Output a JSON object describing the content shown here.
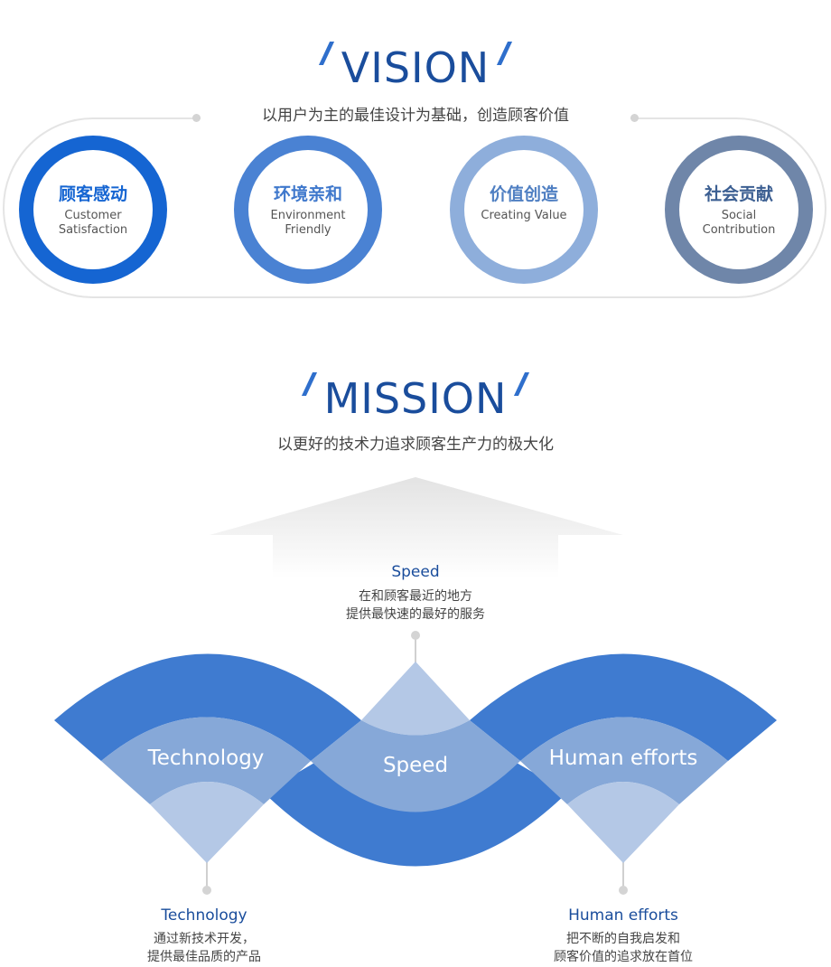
{
  "vision": {
    "title": "VISION",
    "subtitle": "以用户为主的最佳设计为基础，创造顾客价值",
    "circles": [
      {
        "zh": "顾客感动",
        "en": "Customer Satisfaction",
        "color": "#1565d2",
        "text_color": "#1565d2"
      },
      {
        "zh": "环境亲和",
        "en": "Environment Friendly",
        "color": "#4a82d3",
        "text_color": "#3f78cc"
      },
      {
        "zh": "价值创造",
        "en": "Creating Value",
        "color": "#8eaedb",
        "text_color": "#4f7fc2"
      },
      {
        "zh": "社会贡献",
        "en": "Social Contribution",
        "color": "#6f86a9",
        "text_color": "#3c5f92"
      }
    ]
  },
  "mission": {
    "title": "MISSION",
    "subtitle": "以更好的技术力追求顾客生产力的极大化",
    "speed": {
      "title": "Speed",
      "desc_line1": "在和顾客最近的地方",
      "desc_line2": "提供最快速的最好的服务"
    },
    "technology": {
      "title": "Technology",
      "desc_line1": "通过新技术开发，",
      "desc_line2": "提供最佳品质的产品"
    },
    "human": {
      "title": "Human efforts",
      "desc_line1": "把不断的自我启发和",
      "desc_line2": "顾客价值的追求放在首位"
    },
    "wave_labels": {
      "left": "Technology",
      "center": "Speed",
      "right": "Human efforts"
    }
  },
  "colors": {
    "title": "#1a4d9c",
    "wave_dark": "#3f7bd0",
    "wave_mid": "#86a8d8",
    "wave_light": "#b4c8e6"
  }
}
